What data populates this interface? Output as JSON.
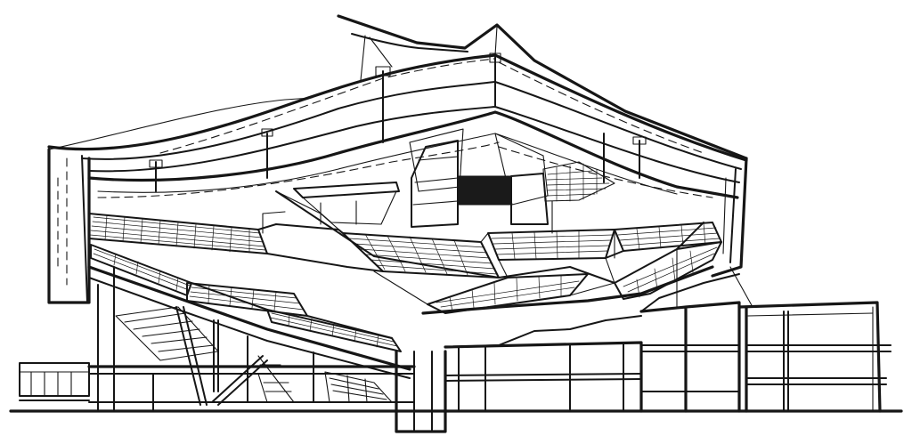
{
  "figure": {
    "kind": "architectural-section-drawing",
    "subject": "concert-hall-cross-section",
    "style": "pen-and-ink line drawing",
    "colors": {
      "ink": "#161616",
      "paper": "#ffffff",
      "solid": "#1a1a1a"
    },
    "features": {
      "tent_roof_peaks": 2,
      "terraced_seating_blocks": 9,
      "suspended_acoustic_ceiling": true,
      "lower_foyer_levels": 3,
      "annex_building_right": true,
      "dark_opening_behind_stage": true
    }
  }
}
